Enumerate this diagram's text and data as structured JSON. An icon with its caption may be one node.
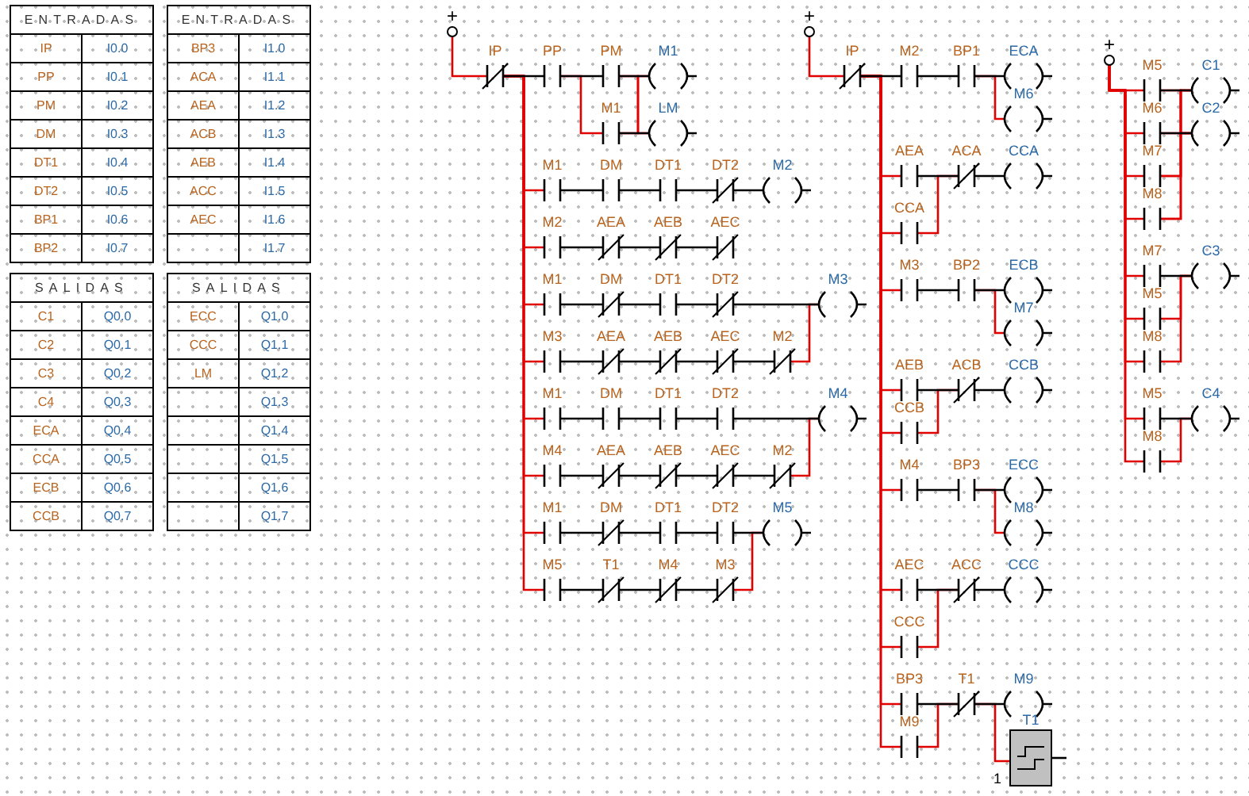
{
  "diagram": {
    "nodes": [
      {
        "text": [
          "+"
        ]
      },
      {
        "text": [
          "IP"
        ]
      },
      {
        "text": [
          "PP"
        ]
      },
      {
        "text": [
          "PM"
        ]
      },
      {
        "text": [
          "M1"
        ]
      },
      {
        "text": [
          "M1"
        ]
      },
      {
        "text": [
          "LM"
        ]
      },
      {
        "text": [
          "M1"
        ]
      },
      {
        "text": [
          "DM"
        ]
      },
      {
        "text": [
          "DT1"
        ]
      },
      {
        "text": [
          "DT2"
        ]
      },
      {
        "text": [
          "M2"
        ]
      },
      {
        "text": [
          "M2"
        ]
      },
      {
        "text": [
          "AEA"
        ]
      },
      {
        "text": [
          "AEB"
        ]
      },
      {
        "text": [
          "AEC"
        ]
      },
      {
        "text": [
          "M1"
        ]
      },
      {
        "text": [
          "DM"
        ]
      },
      {
        "text": [
          "DT1"
        ]
      },
      {
        "text": [
          "DT2"
        ]
      },
      {
        "text": [
          "M3"
        ]
      },
      {
        "text": [
          "M3"
        ]
      },
      {
        "text": [
          "AEA"
        ]
      },
      {
        "text": [
          "AEB"
        ]
      },
      {
        "text": [
          "AEC"
        ]
      },
      {
        "text": [
          "M2"
        ]
      },
      {
        "text": [
          "M1"
        ]
      },
      {
        "text": [
          "DM"
        ]
      },
      {
        "text": [
          "DT1"
        ]
      },
      {
        "text": [
          "DT2"
        ]
      },
      {
        "text": [
          "M4"
        ]
      },
      {
        "text": [
          "M4"
        ]
      },
      {
        "text": [
          "AEA"
        ]
      },
      {
        "text": [
          "AEB"
        ]
      },
      {
        "text": [
          "AEC"
        ]
      },
      {
        "text": [
          "M2"
        ]
      },
      {
        "text": [
          "M1"
        ]
      },
      {
        "text": [
          "DM"
        ]
      },
      {
        "text": [
          "DT1"
        ]
      },
      {
        "text": [
          "DT2"
        ]
      },
      {
        "text": [
          "M5"
        ]
      },
      {
        "text": [
          "M5"
        ]
      },
      {
        "text": [
          "T1"
        ]
      },
      {
        "text": [
          "M4"
        ]
      },
      {
        "text": [
          "M3"
        ]
      },
      {
        "text": [
          "+"
        ]
      },
      {
        "text": [
          "IP"
        ]
      },
      {
        "text": [
          "M2"
        ]
      },
      {
        "text": [
          "BP1"
        ]
      },
      {
        "text": [
          "ECA"
        ]
      },
      {
        "text": [
          "M6"
        ]
      },
      {
        "text": [
          "AEA"
        ]
      },
      {
        "text": [
          "ACA"
        ]
      },
      {
        "text": [
          "CCA"
        ]
      },
      {
        "text": [
          "CCA"
        ]
      },
      {
        "text": [
          "M3"
        ]
      },
      {
        "text": [
          "BP2"
        ]
      },
      {
        "text": [
          "ECB"
        ]
      },
      {
        "text": [
          "M7"
        ]
      },
      {
        "text": [
          "AEB"
        ]
      },
      {
        "text": [
          "ACB"
        ]
      },
      {
        "text": [
          "CCB"
        ]
      },
      {
        "text": [
          "CCB"
        ]
      },
      {
        "text": [
          "M4"
        ]
      },
      {
        "text": [
          "BP3"
        ]
      },
      {
        "text": [
          "ECC"
        ]
      },
      {
        "text": [
          "M8"
        ]
      },
      {
        "text": [
          "AEC"
        ]
      },
      {
        "text": [
          "ACC"
        ]
      },
      {
        "text": [
          "CCC"
        ]
      },
      {
        "text": [
          "CCC"
        ]
      },
      {
        "text": [
          "BP3"
        ]
      },
      {
        "text": [
          "T1"
        ]
      },
      {
        "text": [
          "M9"
        ]
      },
      {
        "text": [
          "T1"
        ],
        "beside": [
          "1"
        ]
      },
      {
        "text": [
          "M9"
        ]
      },
      {
        "text": [
          "+"
        ]
      },
      {
        "text": [
          "M5"
        ]
      },
      {
        "text": [
          "C1"
        ]
      },
      {
        "text": [
          "M6"
        ]
      },
      {
        "text": [
          "C2"
        ]
      },
      {
        "text": [
          "M7"
        ]
      },
      {
        "text": [
          "M8"
        ]
      },
      {
        "text": [
          "M7"
        ]
      },
      {
        "text": [
          "C3"
        ]
      },
      {
        "text": [
          "M5"
        ]
      },
      {
        "text": [
          "M8"
        ]
      },
      {
        "text": [
          "M5"
        ]
      },
      {
        "text": [
          "C4"
        ]
      },
      {
        "text": [
          "M8"
        ]
      }
    ],
    "edges": [
      {
        "from": 0,
        "to": 1,
        "arrow": "none",
        "color": "#e00000"
      },
      {
        "from": 1,
        "to": 2,
        "arrow": "none"
      },
      {
        "from": 2,
        "to": 3,
        "arrow": "none"
      },
      {
        "from": 2,
        "to": 5,
        "arrow": "none",
        "color": "#e00000"
      },
      {
        "from": 3,
        "to": 4,
        "arrow": "none"
      },
      {
        "from": 3,
        "to": 6,
        "arrow": "none",
        "color": "#e00000"
      },
      {
        "from": 5,
        "to": 4,
        "arrow": "none",
        "color": "#e00000"
      },
      {
        "from": 5,
        "to": 6,
        "arrow": "none"
      },
      {
        "from": 1,
        "to": 7,
        "arrow": "none",
        "color": "#e00000"
      },
      {
        "from": 1,
        "to": 12,
        "arrow": "none",
        "color": "#e00000"
      },
      {
        "from": 1,
        "to": 16,
        "arrow": "none",
        "color": "#e00000"
      },
      {
        "from": 1,
        "to": 21,
        "arrow": "none",
        "color": "#e00000"
      },
      {
        "from": 1,
        "to": 26,
        "arrow": "none",
        "color": "#e00000"
      },
      {
        "from": 1,
        "to": 31,
        "arrow": "none",
        "color": "#e00000"
      },
      {
        "from": 1,
        "to": 36,
        "arrow": "none",
        "color": "#e00000"
      },
      {
        "from": 1,
        "to": 41,
        "arrow": "none",
        "color": "#e00000"
      },
      {
        "from": 7,
        "to": 8,
        "arrow": "none"
      },
      {
        "from": 8,
        "to": 9,
        "arrow": "none"
      },
      {
        "from": 9,
        "to": 10,
        "arrow": "none"
      },
      {
        "from": 10,
        "to": 11,
        "arrow": "none"
      },
      {
        "from": 12,
        "to": 13,
        "arrow": "none"
      },
      {
        "from": 13,
        "to": 14,
        "arrow": "none"
      },
      {
        "from": 14,
        "to": 15,
        "arrow": "none"
      },
      {
        "from": 16,
        "to": 17,
        "arrow": "none"
      },
      {
        "from": 17,
        "to": 18,
        "arrow": "none"
      },
      {
        "from": 18,
        "to": 19,
        "arrow": "none"
      },
      {
        "from": 19,
        "to": 20,
        "arrow": "none"
      },
      {
        "from": 21,
        "to": 22,
        "arrow": "none"
      },
      {
        "from": 22,
        "to": 23,
        "arrow": "none"
      },
      {
        "from": 23,
        "to": 24,
        "arrow": "none"
      },
      {
        "from": 24,
        "to": 25,
        "arrow": "none"
      },
      {
        "from": 25,
        "to": 20,
        "arrow": "none",
        "color": "#e00000"
      },
      {
        "from": 26,
        "to": 27,
        "arrow": "none"
      },
      {
        "from": 27,
        "to": 28,
        "arrow": "none"
      },
      {
        "from": 28,
        "to": 29,
        "arrow": "none"
      },
      {
        "from": 29,
        "to": 30,
        "arrow": "none"
      },
      {
        "from": 31,
        "to": 32,
        "arrow": "none"
      },
      {
        "from": 32,
        "to": 33,
        "arrow": "none"
      },
      {
        "from": 33,
        "to": 34,
        "arrow": "none"
      },
      {
        "from": 34,
        "to": 35,
        "arrow": "none"
      },
      {
        "from": 35,
        "to": 30,
        "arrow": "none",
        "color": "#e00000"
      },
      {
        "from": 36,
        "to": 37,
        "arrow": "none"
      },
      {
        "from": 37,
        "to": 38,
        "arrow": "none"
      },
      {
        "from": 38,
        "to": 39,
        "arrow": "none"
      },
      {
        "from": 39,
        "to": 40,
        "arrow": "none"
      },
      {
        "from": 41,
        "to": 42,
        "arrow": "none"
      },
      {
        "from": 42,
        "to": 43,
        "arrow": "none"
      },
      {
        "from": 43,
        "to": 44,
        "arrow": "none"
      },
      {
        "from": 44,
        "to": 40,
        "arrow": "none",
        "color": "#e00000"
      },
      {
        "from": 45,
        "to": 46,
        "arrow": "none",
        "color": "#e00000"
      },
      {
        "from": 46,
        "to": 47,
        "arrow": "none"
      },
      {
        "from": 46,
        "to": 51,
        "arrow": "none",
        "color": "#e00000"
      },
      {
        "from": 46,
        "to": 54,
        "arrow": "none",
        "color": "#e00000"
      },
      {
        "from": 46,
        "to": 55,
        "arrow": "none",
        "color": "#e00000"
      },
      {
        "from": 46,
        "to": 59,
        "arrow": "none",
        "color": "#e00000"
      },
      {
        "from": 46,
        "to": 62,
        "arrow": "none",
        "color": "#e00000"
      },
      {
        "from": 46,
        "to": 63,
        "arrow": "none",
        "color": "#e00000"
      },
      {
        "from": 46,
        "to": 67,
        "arrow": "none",
        "color": "#e00000"
      },
      {
        "from": 46,
        "to": 70,
        "arrow": "none",
        "color": "#e00000"
      },
      {
        "from": 46,
        "to": 71,
        "arrow": "none",
        "color": "#e00000"
      },
      {
        "from": 46,
        "to": 75,
        "arrow": "none",
        "color": "#e00000"
      },
      {
        "from": 47,
        "to": 48,
        "arrow": "none"
      },
      {
        "from": 48,
        "to": 49,
        "arrow": "none"
      },
      {
        "from": 48,
        "to": 50,
        "arrow": "none",
        "color": "#e00000"
      },
      {
        "from": 51,
        "to": 52,
        "arrow": "none"
      },
      {
        "from": 54,
        "to": 52,
        "arrow": "none",
        "color": "#e00000"
      },
      {
        "from": 52,
        "to": 53,
        "arrow": "none"
      },
      {
        "from": 55,
        "to": 56,
        "arrow": "none"
      },
      {
        "from": 56,
        "to": 57,
        "arrow": "none"
      },
      {
        "from": 56,
        "to": 58,
        "arrow": "none",
        "color": "#e00000"
      },
      {
        "from": 59,
        "to": 60,
        "arrow": "none"
      },
      {
        "from": 62,
        "to": 60,
        "arrow": "none",
        "color": "#e00000"
      },
      {
        "from": 60,
        "to": 61,
        "arrow": "none"
      },
      {
        "from": 63,
        "to": 64,
        "arrow": "none"
      },
      {
        "from": 64,
        "to": 65,
        "arrow": "none"
      },
      {
        "from": 64,
        "to": 66,
        "arrow": "none",
        "color": "#e00000"
      },
      {
        "from": 67,
        "to": 68,
        "arrow": "none"
      },
      {
        "from": 70,
        "to": 68,
        "arrow": "none",
        "color": "#e00000"
      },
      {
        "from": 68,
        "to": 69,
        "arrow": "none"
      },
      {
        "from": 71,
        "to": 72,
        "arrow": "none"
      },
      {
        "from": 75,
        "to": 72,
        "arrow": "none",
        "color": "#e00000"
      },
      {
        "from": 72,
        "to": 73,
        "arrow": "none"
      },
      {
        "from": 72,
        "to": 74,
        "arrow": "none",
        "color": "#e00000"
      },
      {
        "from": 76,
        "to": 77,
        "arrow": "none",
        "color": "#e00000"
      },
      {
        "from": 76,
        "to": 79,
        "arrow": "none",
        "color": "#e00000"
      },
      {
        "from": 76,
        "to": 81,
        "arrow": "none",
        "color": "#e00000"
      },
      {
        "from": 76,
        "to": 82,
        "arrow": "none",
        "color": "#e00000"
      },
      {
        "from": 76,
        "to": 83,
        "arrow": "none",
        "color": "#e00000"
      },
      {
        "from": 76,
        "to": 85,
        "arrow": "none",
        "color": "#e00000"
      },
      {
        "from": 76,
        "to": 86,
        "arrow": "none",
        "color": "#e00000"
      },
      {
        "from": 76,
        "to": 87,
        "arrow": "none",
        "color": "#e00000"
      },
      {
        "from": 76,
        "to": 89,
        "arrow": "none",
        "color": "#e00000"
      },
      {
        "from": 77,
        "to": 78,
        "arrow": "none"
      },
      {
        "from": 77,
        "to": 80,
        "arrow": "none",
        "color": "#e00000"
      },
      {
        "from": 79,
        "to": 78,
        "arrow": "none",
        "color": "#e00000"
      },
      {
        "from": 79,
        "to": 80,
        "arrow": "none"
      },
      {
        "from": 81,
        "to": 78,
        "arrow": "none",
        "color": "#e00000"
      },
      {
        "from": 81,
        "to": 80,
        "arrow": "none",
        "color": "#e00000"
      },
      {
        "from": 82,
        "to": 78,
        "arrow": "none",
        "color": "#e00000"
      },
      {
        "from": 82,
        "to": 80,
        "arrow": "none",
        "color": "#e00000"
      },
      {
        "from": 83,
        "to": 84,
        "arrow": "none"
      },
      {
        "from": 85,
        "to": 84,
        "arrow": "none",
        "color": "#e00000"
      },
      {
        "from": 86,
        "to": 84,
        "arrow": "none",
        "color": "#e00000"
      },
      {
        "from": 87,
        "to": 88,
        "arrow": "none"
      },
      {
        "from": 89,
        "to": 88,
        "arrow": "none",
        "color": "#e00000"
      }
    ],
    "labels": [
      "ENTRADAS",
      "IP",
      "I0.0",
      "PP",
      "I0.1",
      "PM",
      "I0.2",
      "DM",
      "I0.3",
      "DT1",
      "I0.4",
      "DT2",
      "I0.5",
      "BP1",
      "I0.6",
      "BP2",
      "I0.7",
      "ENTRADAS",
      "BP3",
      "I1.0",
      "ACA",
      "I1.1",
      "AEA",
      "I1.2",
      "ACB",
      "I1.3",
      "AEB",
      "I1.4",
      "ACC",
      "I1.5",
      "AEC",
      "I1.6",
      "I1.7",
      "SALIDAS",
      "C1",
      "Q0.0",
      "C2",
      "Q0.1",
      "C3",
      "Q0.2",
      "C4",
      "Q0.3",
      "ECA",
      "Q0.4",
      "CCA",
      "Q0.5",
      "ECB",
      "Q0.6",
      "CCB",
      "Q0.7",
      "SALIDAS",
      "ECC",
      "Q1.0",
      "CCC",
      "Q1.1",
      "LM",
      "Q1.2",
      "Q1.3",
      "Q1.4",
      "Q1.5",
      "Q1.6",
      "Q1.7"
    ]
  }
}
